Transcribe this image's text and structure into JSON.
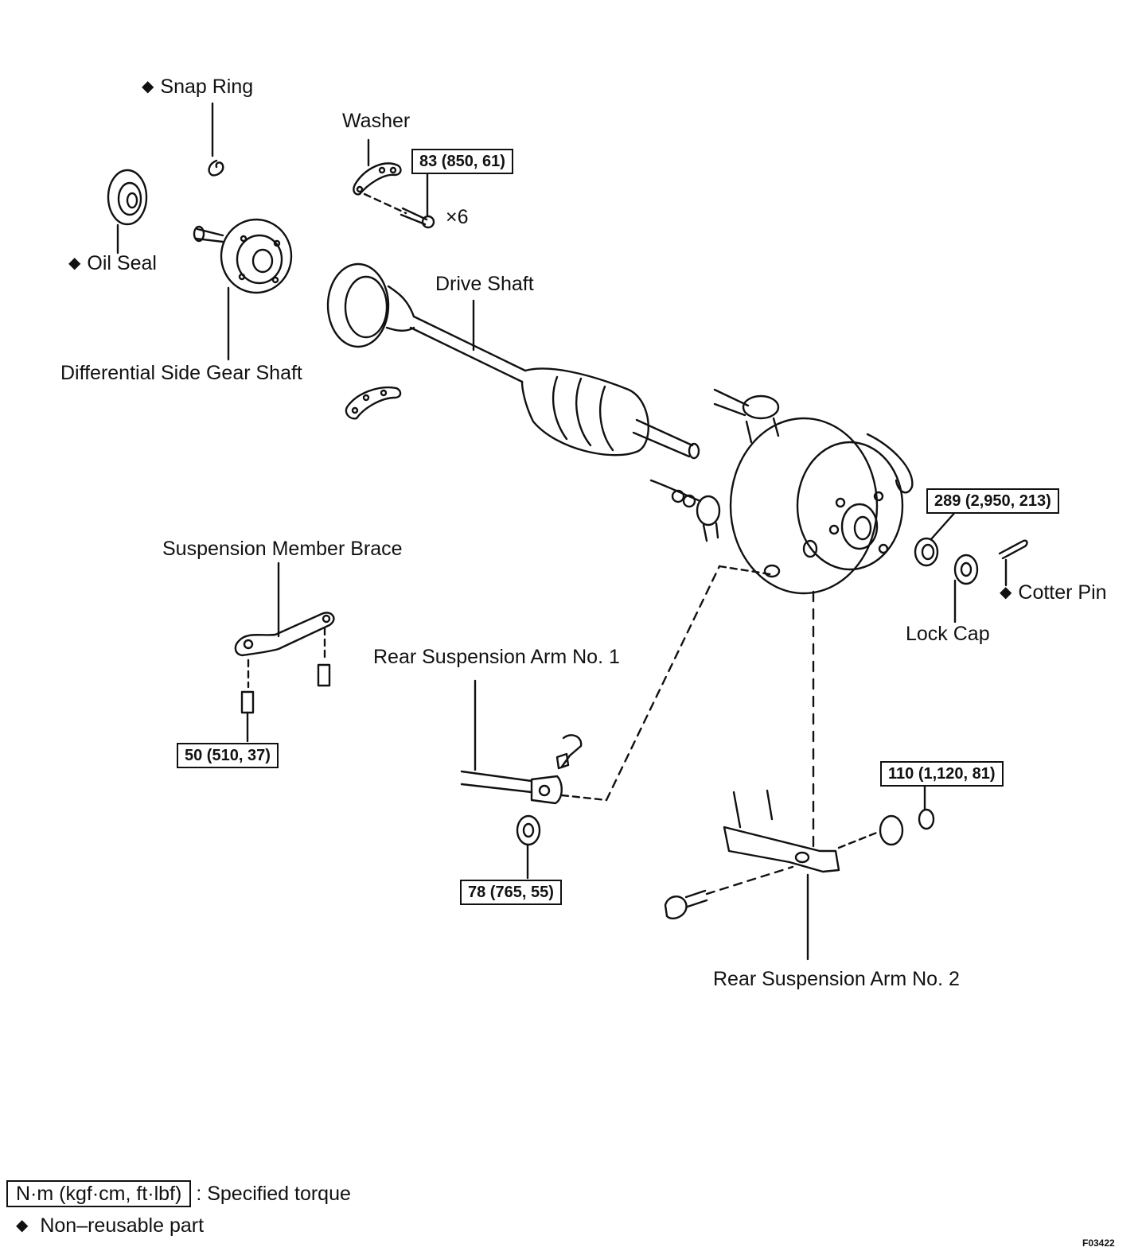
{
  "labels": {
    "snap_ring": "Snap Ring",
    "washer": "Washer",
    "times6": "×6",
    "oil_seal": "Oil Seal",
    "drive_shaft": "Drive Shaft",
    "diff_side_gear_shaft": "Differential Side Gear Shaft",
    "suspension_member_brace": "Suspension Member Brace",
    "rear_susp_arm1": "Rear Suspension Arm No. 1",
    "rear_susp_arm2": "Rear Suspension Arm No. 2",
    "lock_cap": "Lock Cap",
    "cotter_pin": "Cotter Pin"
  },
  "torques": {
    "t83": "83 (850, 61)",
    "t289": "289 (2,950, 213)",
    "t50": "50 (510, 37)",
    "t78": "78 (765, 55)",
    "t110": "110 (1,120, 81)"
  },
  "legend": {
    "torque_unit": "N·m (kgf·cm, ft·lbf)",
    "torque_desc": ": Specified torque",
    "non_reusable": "Non–reusable part"
  },
  "figure_code": "F03422"
}
